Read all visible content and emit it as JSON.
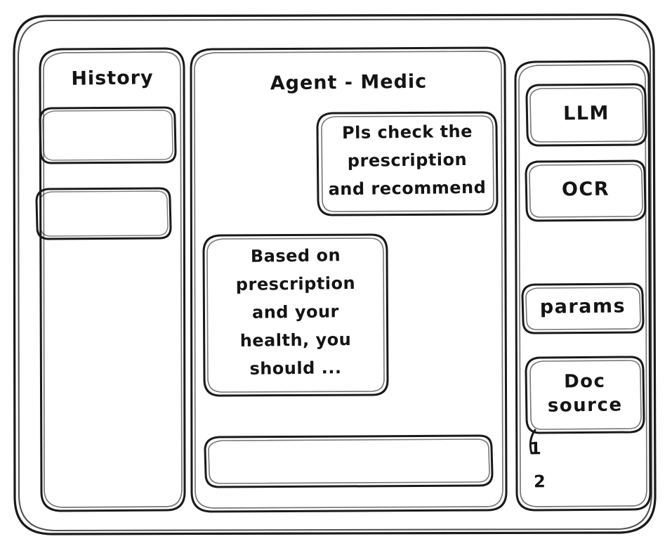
{
  "meta": {
    "style": "hand-drawn wireframe",
    "stroke_color": "#1a1a1a",
    "background_color": "#ffffff"
  },
  "window": {
    "frame_label": "app-window"
  },
  "sidebar_left": {
    "title": "History",
    "items": [
      {
        "label": "",
        "name": "history-item-1"
      },
      {
        "label": "",
        "name": "history-item-2"
      }
    ]
  },
  "main": {
    "title": "Agent - Medic",
    "messages": [
      {
        "role": "user",
        "align": "right",
        "lines": [
          "Pls check the",
          "prescription",
          "and recommend"
        ],
        "text": "Pls check the prescription and recommend"
      },
      {
        "role": "agent",
        "align": "left",
        "lines": [
          "Based on",
          "prescription",
          "and your",
          "health, you",
          "should ..."
        ],
        "text": "Based on prescription and your health, you should ..."
      }
    ],
    "composer": {
      "value": "",
      "placeholder": ""
    }
  },
  "sidebar_right": {
    "chips": [
      {
        "label": "LLM",
        "name": "llm-chip"
      },
      {
        "label": "OCR",
        "name": "ocr-chip"
      },
      {
        "label": "params",
        "name": "params-chip"
      },
      {
        "label": "Doc\nsource",
        "name": "doc-source-chip"
      }
    ],
    "doc_sources": [
      {
        "label": "1"
      },
      {
        "label": "2"
      }
    ]
  }
}
